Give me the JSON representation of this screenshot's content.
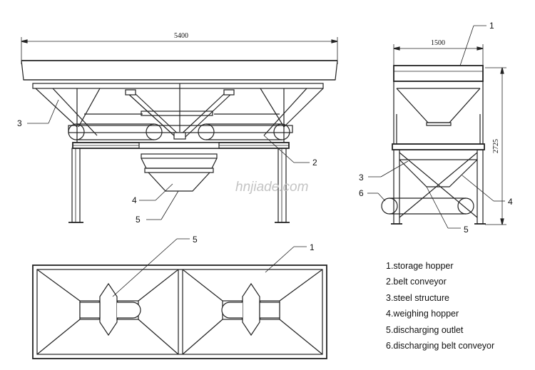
{
  "dimensions": {
    "total_length": "5400",
    "side_width": "1500",
    "height": "2725"
  },
  "callouts": {
    "front_view": [
      "3",
      "2",
      "4",
      "5"
    ],
    "side_view": [
      "1",
      "3",
      "6",
      "5",
      "4"
    ],
    "top_view": [
      "5",
      "1"
    ]
  },
  "watermark": "hnjiade.com",
  "legend": [
    "1.storage hopper",
    "2.belt conveyor",
    "3.steel structure",
    "4.weighing hopper",
    "5.discharging outlet",
    "6.discharging belt conveyor"
  ]
}
